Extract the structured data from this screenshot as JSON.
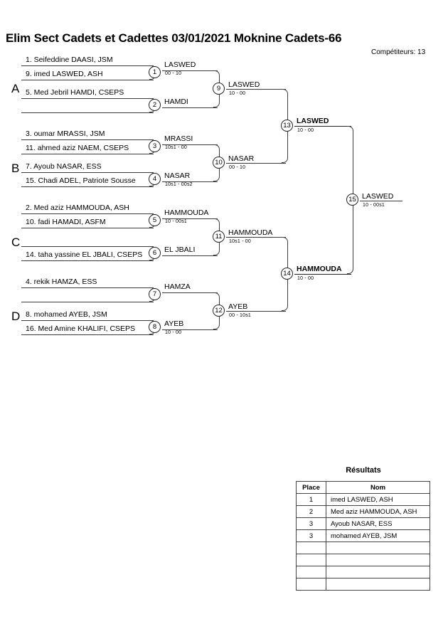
{
  "header": {
    "title": "Elim Sect Cadets et Cadettes  03/01/2021  Moknine   Cadets-66",
    "competitors_label": "Compétiteurs: 13"
  },
  "groups": [
    {
      "letter": "A"
    },
    {
      "letter": "B"
    },
    {
      "letter": "C"
    },
    {
      "letter": "D"
    }
  ],
  "round1": {
    "entrants": [
      {
        "label": "1. Seifeddine DAASI, JSM"
      },
      {
        "label": "9. imed LASWED, ASH"
      },
      {
        "label": "5. Med Jebril HAMDI, CSEPS"
      },
      {
        "label": ""
      },
      {
        "label": "3. oumar MRASSI, JSM"
      },
      {
        "label": "11. ahmed aziz NAEM, CSEPS"
      },
      {
        "label": "7. Ayoub NASAR, ESS"
      },
      {
        "label": "15. Chadi ADEL, Patriote Sousse"
      },
      {
        "label": "2. Med aziz HAMMOUDA, ASH"
      },
      {
        "label": "10. fadi HAMADI, ASFM"
      },
      {
        "label": ""
      },
      {
        "label": "14. taha yassine EL JBALI, CSEPS"
      },
      {
        "label": "4. rekik HAMZA, ESS"
      },
      {
        "label": ""
      },
      {
        "label": "8. mohamed AYEB, JSM"
      },
      {
        "label": "16. Med Amine KHALIFI, CSEPS"
      }
    ],
    "matches": [
      {
        "number": "1",
        "winner": "LASWED",
        "score": "00 - 10"
      },
      {
        "number": "2",
        "winner": "HAMDI",
        "score": ""
      },
      {
        "number": "3",
        "winner": "MRASSI",
        "score": "10s1 - 00"
      },
      {
        "number": "4",
        "winner": "NASAR",
        "score": "10s1 - 00s2"
      },
      {
        "number": "5",
        "winner": "HAMMOUDA",
        "score": "10 - 00s1"
      },
      {
        "number": "6",
        "winner": "EL JBALI",
        "score": ""
      },
      {
        "number": "7",
        "winner": "HAMZA",
        "score": ""
      },
      {
        "number": "8",
        "winner": "AYEB",
        "score": "10 - 00"
      }
    ]
  },
  "round2": {
    "matches": [
      {
        "number": "9",
        "winner": "LASWED",
        "score": "10 - 00"
      },
      {
        "number": "10",
        "winner": "NASAR",
        "score": "00 - 10"
      },
      {
        "number": "11",
        "winner": "HAMMOUDA",
        "score": "10s1 - 00"
      },
      {
        "number": "12",
        "winner": "AYEB",
        "score": "00 - 10s1"
      }
    ]
  },
  "semifinals": {
    "matches": [
      {
        "number": "13",
        "winner": "LASWED",
        "score": "10 - 00"
      },
      {
        "number": "14",
        "winner": "HAMMOUDA",
        "score": "10 - 00"
      }
    ]
  },
  "final": {
    "match": {
      "number": "15",
      "winner": "LASWED",
      "score": "10 - 00s1"
    }
  },
  "results": {
    "title": "Résultats",
    "columns": [
      "Place",
      "Nom"
    ],
    "rows": [
      {
        "place": "1",
        "nom": "imed LASWED, ASH"
      },
      {
        "place": "2",
        "nom": "Med aziz HAMMOUDA, ASH"
      },
      {
        "place": "3",
        "nom": "Ayoub NASAR, ESS"
      },
      {
        "place": "3",
        "nom": "mohamed AYEB, JSM"
      },
      {
        "place": "",
        "nom": ""
      },
      {
        "place": "",
        "nom": ""
      },
      {
        "place": "",
        "nom": ""
      },
      {
        "place": "",
        "nom": ""
      }
    ]
  }
}
